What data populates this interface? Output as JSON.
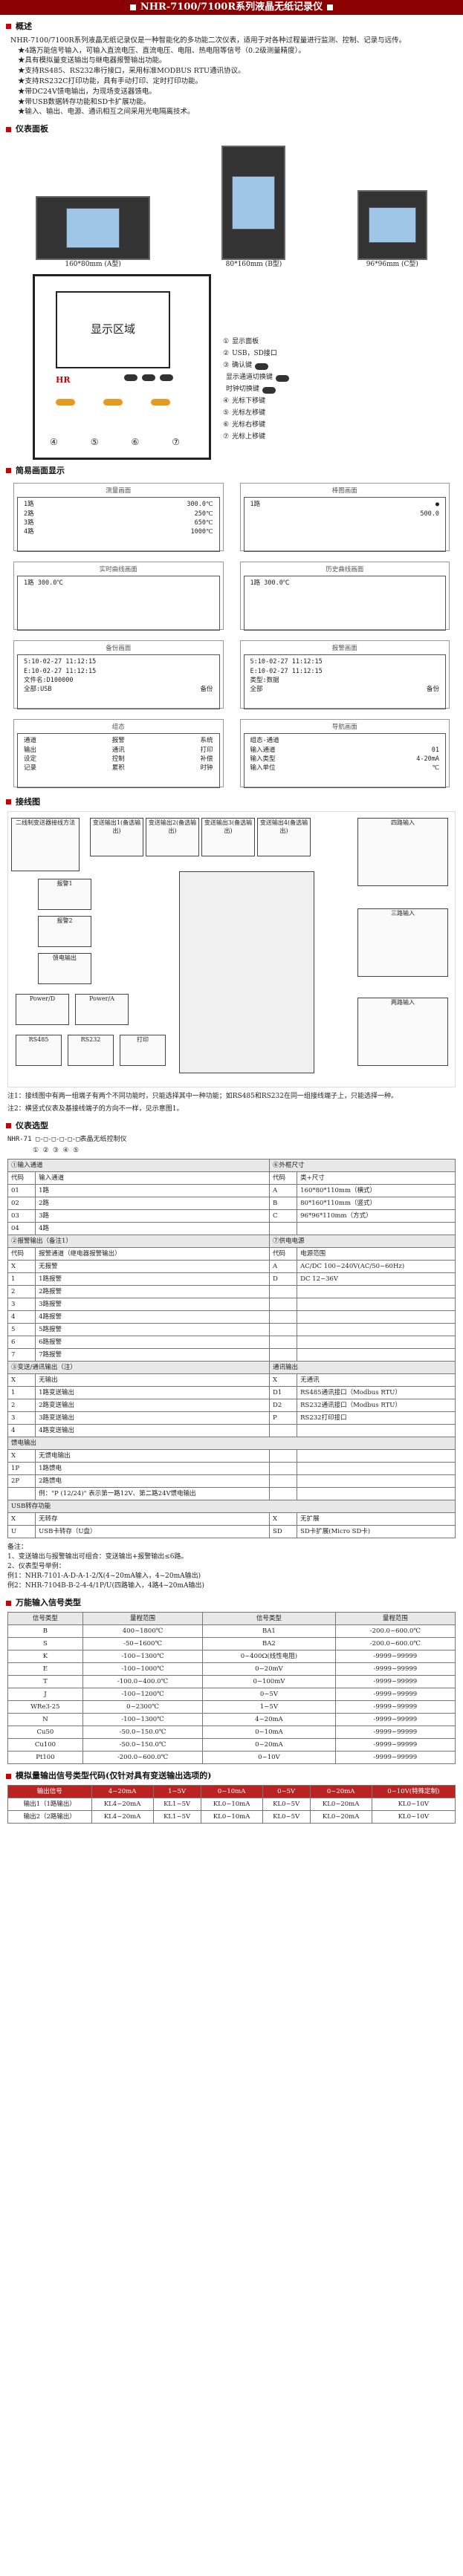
{
  "title": "NHR-7100/7100R系列液晶无纸记录仪",
  "overview_heading": "概述",
  "overview_text": "NHR-7100/7100R系列液晶无纸记录仪是一种智能化的多功能二次仪表，适用于对各种过程量进行监测、控制、记录与远传。",
  "features": [
    "★4路万能信号输入，可输入直流电压、直流电压、电阻、热电阻等信号（0.2级测量精度）。",
    "★具有模拟量变送输出与继电器报警输出功能。",
    "★支持RS485、RS232串行接口，采用标准MODBUS RTU通讯协议。",
    "★支持RS232C打印功能，具有手动打印、定时打印功能。",
    "★带DC24V馈电输出，为现场变送器馈电。",
    "★带USB数据转存功能和SD卡扩展功能。",
    "★输入、输出、电源、通讯相互之间采用光电隔离技术。"
  ],
  "panel_heading": "仪表面板",
  "panels": [
    {
      "label": "160*80mm (A型)"
    },
    {
      "label": "80*160mm (B型)"
    },
    {
      "label": "96*96mm (C型)"
    }
  ],
  "front": {
    "display_label": "显示区域",
    "brand": "HR",
    "legend": [
      {
        "num": "①",
        "text": "显示面板"
      },
      {
        "num": "②",
        "text": "USB，SD接口"
      },
      {
        "num": "③",
        "text": "确认键"
      },
      {
        "num": "",
        "text": "显示通道切换键"
      },
      {
        "num": "",
        "text": "时钟切换键"
      },
      {
        "num": "④",
        "text": "光标下移键"
      },
      {
        "num": "⑤",
        "text": "光标左移键"
      },
      {
        "num": "⑥",
        "text": "光标右移键"
      },
      {
        "num": "⑦",
        "text": "光标上移键"
      }
    ],
    "callouts": [
      "④",
      "⑤",
      "⑥",
      "⑦"
    ]
  },
  "screens_heading": "简易画面显示",
  "screens": [
    {
      "cap": "测量画面",
      "rows": [
        [
          "1路",
          "300.0℃"
        ],
        [
          "2路",
          "250℃"
        ],
        [
          "3路",
          "650℃"
        ],
        [
          "4路",
          "1000℃"
        ]
      ]
    },
    {
      "cap": "棒图画面",
      "rows": [
        [
          "1路",
          "●"
        ],
        [
          "",
          "500.0"
        ],
        [
          "",
          ""
        ],
        [
          "",
          ""
        ]
      ]
    },
    {
      "cap": "实时曲线画面",
      "rows": [
        [
          "1路 300.0℃",
          ""
        ],
        [
          "",
          ""
        ],
        [
          "",
          ""
        ],
        [
          "",
          ""
        ]
      ]
    },
    {
      "cap": "历史曲线画面",
      "rows": [
        [
          "1路 300.0℃",
          ""
        ],
        [
          "",
          ""
        ],
        [
          "",
          ""
        ],
        [
          "",
          ""
        ]
      ]
    },
    {
      "cap": "备份画面",
      "rows": [
        [
          "S:10-02-27 11:12:15",
          ""
        ],
        [
          "E:10-02-27 11:12:15",
          ""
        ],
        [
          "文件名:D100000",
          ""
        ],
        [
          "全部:USB",
          "备份"
        ]
      ]
    },
    {
      "cap": "报警画面",
      "rows": [
        [
          "S:10-02-27 11:12:15",
          ""
        ],
        [
          "E:10-02-27 11:12:15",
          ""
        ],
        [
          "类型:数据",
          ""
        ],
        [
          "全部",
          "备份"
        ]
      ]
    },
    {
      "cap": "组态",
      "rows": [
        [
          "通道",
          "报警",
          "系统"
        ],
        [
          "输出",
          "通讯",
          "打印"
        ],
        [
          "设定",
          "控制",
          "补偿"
        ],
        [
          "记录",
          "累积",
          "时钟"
        ]
      ]
    },
    {
      "cap": "导航画面",
      "rows": [
        [
          "组态-通道",
          ""
        ],
        [
          "输入通道",
          "01"
        ],
        [
          "输入类型",
          "4-20mA"
        ],
        [
          "输入单位",
          "℃"
        ]
      ]
    }
  ],
  "wiring_heading": "接线图",
  "wiring_labels": [
    "二线制变送器接线方法",
    "变送输出1(备选输出)",
    "变送输出2(备选输出)",
    "变送输出3(备选输出)",
    "变送输出4(备选输出)",
    "四路输入",
    "报警1",
    "报警2",
    "馈电输出",
    "Power/D",
    "Power/A",
    "RS485",
    "RS232",
    "打印",
    "三路输入",
    "两路输入"
  ],
  "notes": [
    "注1：接线图中有两一组端子有两个不同功能时，只能选择其中一种功能；如RS485和RS232在同一组接线端子上，只能选择一种。",
    "注2：横竖式仪表及基接线端子的方向不一样，见示意图1。"
  ],
  "model_heading": "仪表选型",
  "model_code": "NHR-71 □-□-□-□-□-□表晶无纸控制仪",
  "model_circles": "① ② ③ ④ ⑤",
  "spec_headings": {
    "input": "①输入通道",
    "size": "⑥外框尺寸",
    "alarm": "②报警输出（备注1）",
    "power": "⑦供电电源",
    "aux": "③变送/通讯输出（注）",
    "out": "通讯输出",
    "feed": "馈电输出",
    "usb": "USB转存功能"
  },
  "spec_cols": {
    "code": "代码",
    "desc": "输入通道",
    "size_desc": "类+尺寸",
    "alarm_desc": "报警通道（继电器报警输出）",
    "power_desc": "电源范围"
  },
  "input_rows": [
    [
      "01",
      "1路"
    ],
    [
      "02",
      "2路"
    ],
    [
      "03",
      "3路"
    ],
    [
      "04",
      "4路"
    ]
  ],
  "size_rows": [
    [
      "A",
      "160*80*110mm（横式）"
    ],
    [
      "B",
      "80*160*110mm（竖式）"
    ],
    [
      "C",
      "96*96*110mm（方式）"
    ]
  ],
  "alarm_rows": [
    [
      "X",
      "无报警"
    ],
    [
      "1",
      "1路报警"
    ],
    [
      "2",
      "2路报警"
    ],
    [
      "3",
      "3路报警"
    ],
    [
      "4",
      "4路报警"
    ],
    [
      "5",
      "5路报警"
    ],
    [
      "6",
      "6路报警"
    ],
    [
      "7",
      "7路报警"
    ]
  ],
  "power_rows": [
    [
      "A",
      "AC/DC 100~240V(AC/50~60Hz)"
    ],
    [
      "D",
      "DC 12~36V"
    ]
  ],
  "out_rows": [
    [
      "X",
      "无输出",
      "X",
      "无通讯"
    ],
    [
      "1",
      "1路变送输出",
      "D1",
      "RS485通讯接口（Modbus RTU）"
    ],
    [
      "2",
      "2路变送输出",
      "D2",
      "RS232通讯接口（Modbus RTU）"
    ],
    [
      "3",
      "3路变送输出",
      "P",
      "RS232打印接口"
    ],
    [
      "4",
      "4路变送输出",
      "",
      ""
    ]
  ],
  "feed_rows": [
    [
      "X",
      "无馈电输出"
    ],
    [
      "1P",
      "1路馈电"
    ],
    [
      "2P",
      "2路馈电"
    ],
    [
      "",
      "例：\"P (12/24)\" 表示第一路12V、第二路24V馈电输出"
    ]
  ],
  "usb_rows": [
    [
      "X",
      "无转存",
      "X",
      "无扩展"
    ],
    [
      "U",
      "USB卡转存（U盘）",
      "SD",
      "SD卡扩展(Micro SD卡)"
    ]
  ],
  "remarks": [
    "备注：",
    "1、变送输出与报警输出可组合：变送输出+报警输出≤6路。",
    "2、仪表型号举例：",
    "例1：NHR-7101-A-D-A-1-2/X(4~20mA输入，4~20mA输出)",
    "例2：NHR-7104B-B-2-4-4/1P/U(四路输入，4路4~20mA输出)"
  ],
  "signal_heading": "万能输入信号类型",
  "signal_cols": [
    "信号类型",
    "量程范围",
    "信号类型",
    "量程范围"
  ],
  "signal_rows": [
    [
      "B",
      "400~1800℃",
      "BA1",
      "-200.0~600.0℃"
    ],
    [
      "S",
      "-50~1600℃",
      "BA2",
      "-200.0~600.0℃"
    ],
    [
      "K",
      "-100~1300℃",
      "0~400Ω(线性电阻)",
      "-9999~99999"
    ],
    [
      "E",
      "-100~1000℃",
      "0~20mV",
      "-9999~99999"
    ],
    [
      "T",
      "-100.0~400.0℃",
      "0~100mV",
      "-9999~99999"
    ],
    [
      "J",
      "-100~1200℃",
      "0~5V",
      "-9999~99999"
    ],
    [
      "WRe3-25",
      "0~2300℃",
      "1~5V",
      "-9999~99999"
    ],
    [
      "N",
      "-100~1300℃",
      "4~20mA",
      "-9999~99999"
    ],
    [
      "Cu50",
      "-50.0~150.0℃",
      "0~10mA",
      "-9999~99999"
    ],
    [
      "Cu100",
      "-50.0~150.0℃",
      "0~20mA",
      "-9999~99999"
    ],
    [
      "Pt100",
      "-200.0~600.0℃",
      "0~10V",
      "-9999~99999"
    ]
  ],
  "tail_heading": "模拟量输出信号类型代码(仅针对具有变送输出选项的)",
  "tail_cols": [
    "输出信号",
    "4~20mA",
    "1~5V",
    "0~10mA",
    "0~5V",
    "0~20mA",
    "0~10V(特殊定制)"
  ],
  "tail_rows": [
    [
      "输出1（1路输出）",
      "KL4~20mA",
      "KL1~5V",
      "KL0~10mA",
      "KL0~5V",
      "KL0~20mA",
      "KL0~10V"
    ],
    [
      "输出2（2路输出）",
      "KL4~20mA",
      "KL1~5V",
      "KL0~10mA",
      "KL0~5V",
      "KL0~20mA",
      "KL0~10V"
    ]
  ]
}
